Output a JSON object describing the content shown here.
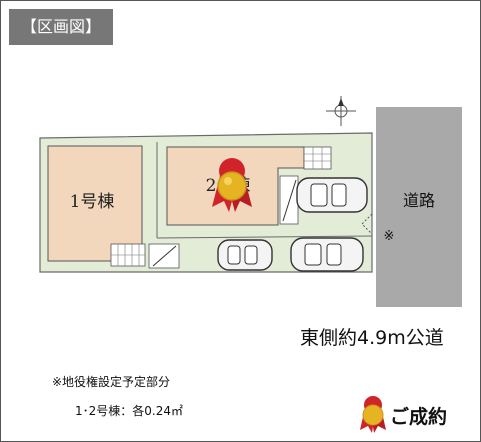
{
  "header_tag": "【区画図】",
  "plan": {
    "building_1_label": "1号棟",
    "building_2_label": "2号棟",
    "road_label": "道路",
    "easement_mark": "※"
  },
  "road_caption": "東側約4.9m公道",
  "notes": {
    "line1": "※地役権設定予定部分",
    "line2": "1･2号棟：各0.24㎡"
  },
  "status_badge": "ご成約",
  "colors": {
    "lot": "#e3ecd6",
    "building": "#f2d7bd",
    "road": "#a9a9a9",
    "ribbon": "#d0232a",
    "medal": "#e6b422"
  },
  "icons": [
    "compass-north-icon",
    "award-medal-icon",
    "car-icon"
  ]
}
